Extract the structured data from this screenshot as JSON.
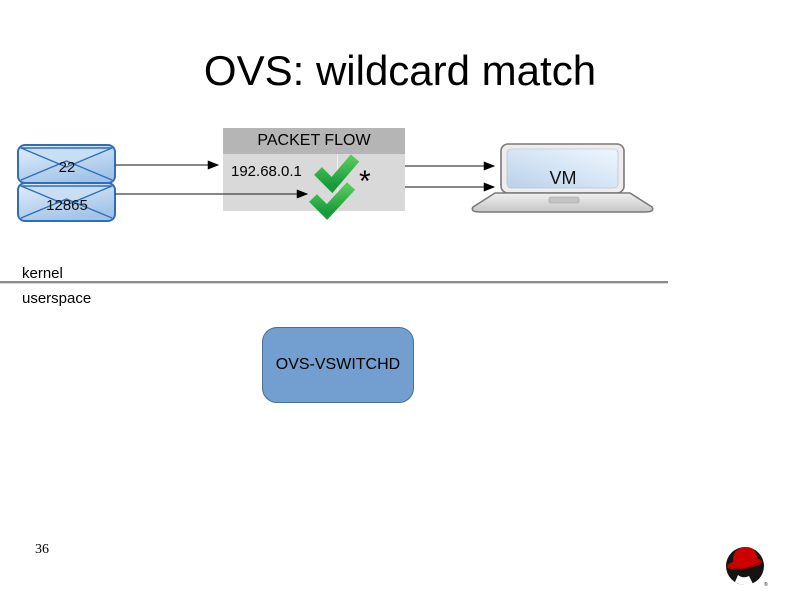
{
  "slide": {
    "title": "OVS: wildcard match",
    "page_number": "36"
  },
  "packets": [
    {
      "label": "22",
      "icon": "envelope-icon"
    },
    {
      "label": "12865",
      "icon": "envelope-icon"
    }
  ],
  "packet_flow": {
    "header": "PACKET FLOW",
    "match_ip": "192.68.0.1",
    "match_wildcard": "*",
    "result_icon": "green-checkmark-icon",
    "checkmark_count": 2
  },
  "vm": {
    "label": "VM",
    "icon": "laptop-icon"
  },
  "layers": {
    "kernel": "kernel",
    "userspace": "userspace"
  },
  "daemon": {
    "label": "OVS-VSWITCHD"
  },
  "branding": {
    "logo_icon": "redhat-shadowman-icon"
  },
  "colors": {
    "checkmark_green": "#2aa83c",
    "daemon_blue": "#729fcf",
    "envelope_blue": "#2e6fbd",
    "table_header_gray": "#b5b5b5",
    "table_body_gray": "#d9d9d9",
    "redhat_red": "#cc0000"
  }
}
